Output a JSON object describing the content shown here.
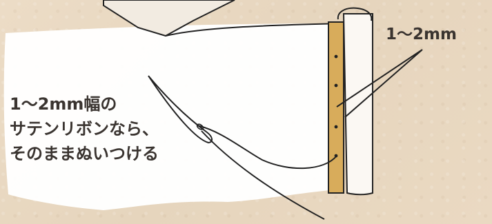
{
  "annotations": {
    "width_label": "1〜2mm",
    "note_lines": [
      "1〜2mm幅の",
      "サテンリボンなら、",
      "そのままぬいつける"
    ]
  },
  "colors": {
    "background": "#e8d9c3",
    "fabric": "#ffffff",
    "ribbon": "#d8ac5b",
    "line": "#222222"
  }
}
